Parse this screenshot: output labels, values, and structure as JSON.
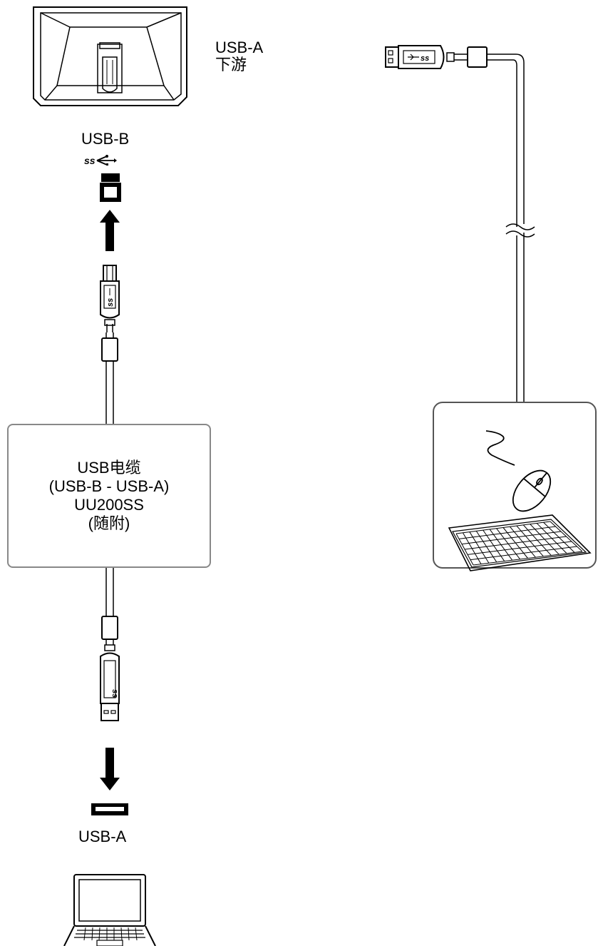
{
  "monitor": {
    "port_downstream_label": "USB-A",
    "port_downstream_sublabel": "下游",
    "port_upstream_label": "USB-B",
    "ss_mark": "ss"
  },
  "cable": {
    "title": "USB电缆",
    "spec": "(USB-B - USB-A)",
    "model": "UU200SS",
    "note": "(随附)"
  },
  "computer": {
    "port_label": "USB-A"
  },
  "icons": {
    "monitor": "monitor-back-icon",
    "usb_b_port": "usb-b-port-icon",
    "usb_a_port": "usb-a-port-icon",
    "laptop": "laptop-icon",
    "mouse": "mouse-icon",
    "keyboard": "keyboard-icon",
    "cable_break": "cable-break-icon"
  }
}
